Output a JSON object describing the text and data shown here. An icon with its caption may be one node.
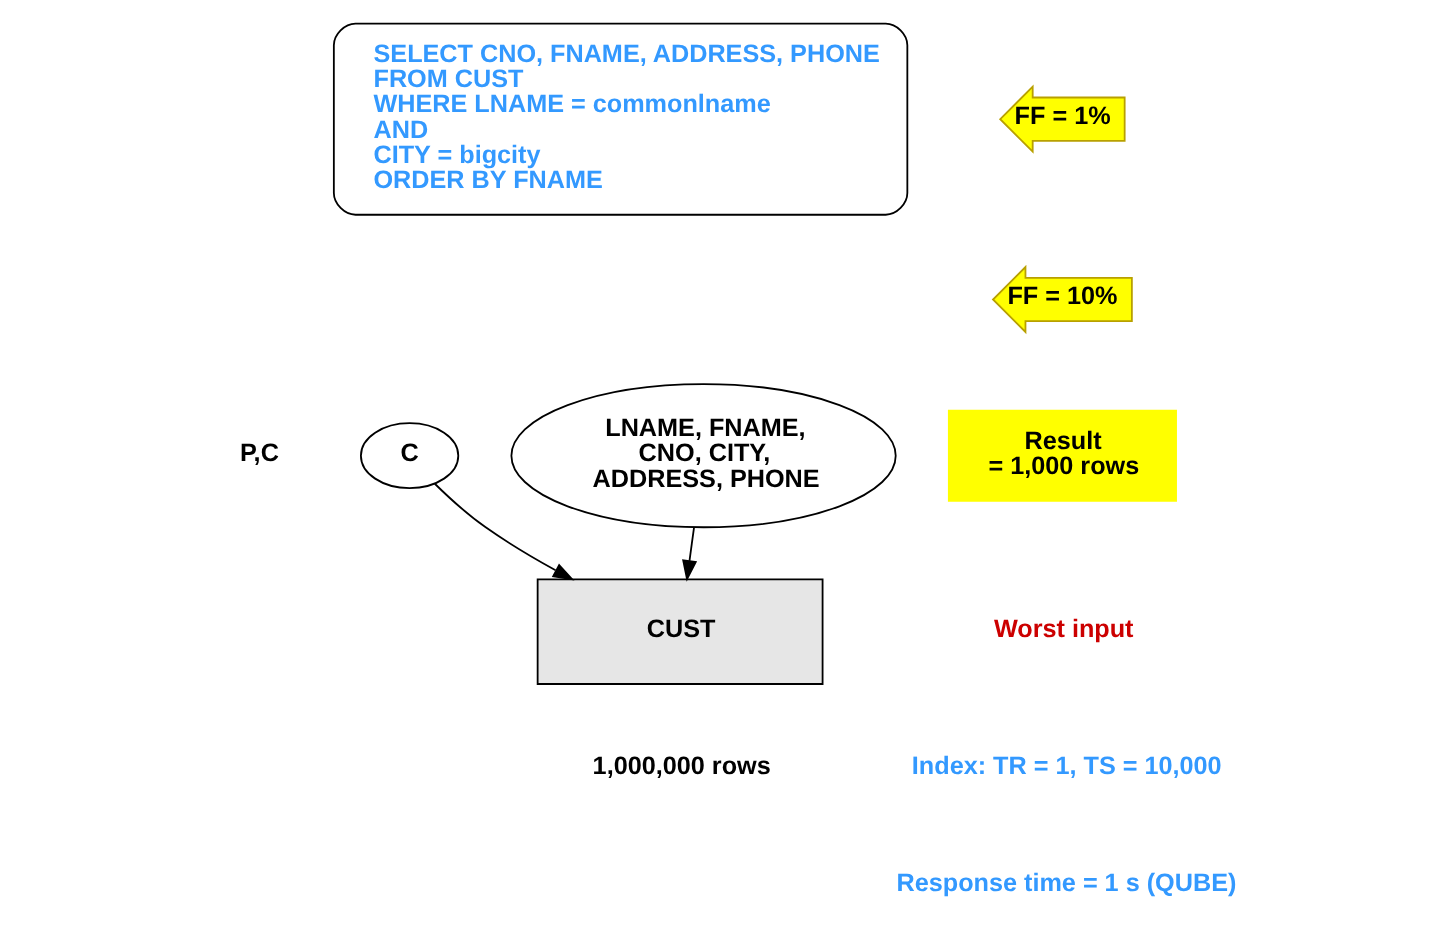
{
  "diagram": {
    "nodes": [
      {
        "text": [
          "SELECT CNO, FNAME, ADDRESS, PHONE",
          "FROM CUST",
          "WHERE LNAME = commonlname",
          "AND",
          "CITY = bigcity",
          "ORDER BY FNAME"
        ]
      },
      {
        "text": [
          "FF = 1%"
        ]
      },
      {
        "text": [
          "FF = 10%"
        ]
      },
      {
        "text": [
          "Result = 1,000 rows"
        ]
      },
      {
        "text": [
          "C"
        ],
        "beside": [
          "P,C"
        ]
      },
      {
        "text": [
          "LNAME, FNAME, CNO, CITY, ADDRESS, PHONE"
        ]
      },
      {
        "text": [
          "CUST"
        ],
        "beside": [
          "1,000,000 rows"
        ]
      }
    ],
    "edges": [
      {
        "from": 4,
        "to": 6,
        "arrow": "to"
      },
      {
        "from": 5,
        "to": 6,
        "arrow": "to"
      }
    ],
    "labels": [
      "Worst input",
      "Index: TR = 1, TS = 10,000",
      "Response time = 1 s (QUBE)"
    ]
  }
}
